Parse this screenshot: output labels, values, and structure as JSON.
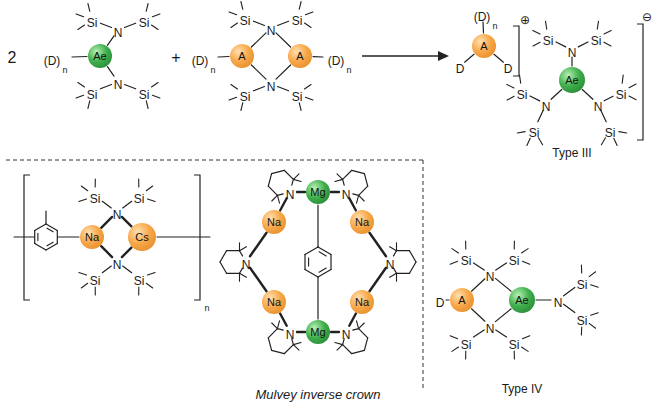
{
  "diagram": {
    "nodes": [
      {
        "text": [
          "Ae"
        ]
      },
      {
        "text": [
          "A"
        ]
      },
      {
        "text": [
          "A"
        ]
      },
      {
        "text": [
          "A"
        ]
      },
      {
        "text": [
          "Ae"
        ]
      },
      {
        "text": [
          "Na"
        ]
      },
      {
        "text": [
          "Cs"
        ]
      },
      {
        "text": [
          "Mg"
        ]
      },
      {
        "text": [
          "Na"
        ]
      },
      {
        "text": [
          "Na"
        ]
      },
      {
        "text": [
          "Na"
        ]
      },
      {
        "text": [
          "Na"
        ]
      },
      {
        "text": [
          "Mg"
        ]
      },
      {
        "text": [
          "A"
        ]
      },
      {
        "text": [
          "Ae"
        ]
      }
    ],
    "labels": [
      "2",
      "(D)",
      "n",
      "N",
      "Si",
      "Si",
      "N",
      "Si",
      "Si",
      "+",
      "(D)",
      "n",
      "N",
      "Si",
      "Si",
      "N",
      "Si",
      "Si",
      "(D)",
      "n",
      "(D)",
      "n",
      "D",
      "D",
      "⊕",
      "N",
      "Si",
      "Si",
      "N",
      "Si",
      "Si",
      "N",
      "Si",
      "Si",
      "⊖",
      "Type III",
      "N",
      "Si",
      "Si",
      "N",
      "Si",
      "Si",
      "n",
      "N",
      "N",
      "N",
      "N",
      "N",
      "N",
      "Mulvey inverse crown",
      "D",
      "N",
      "Si",
      "Si",
      "N",
      "Si",
      "Si",
      "N",
      "Si",
      "Si",
      "Type IV"
    ]
  }
}
